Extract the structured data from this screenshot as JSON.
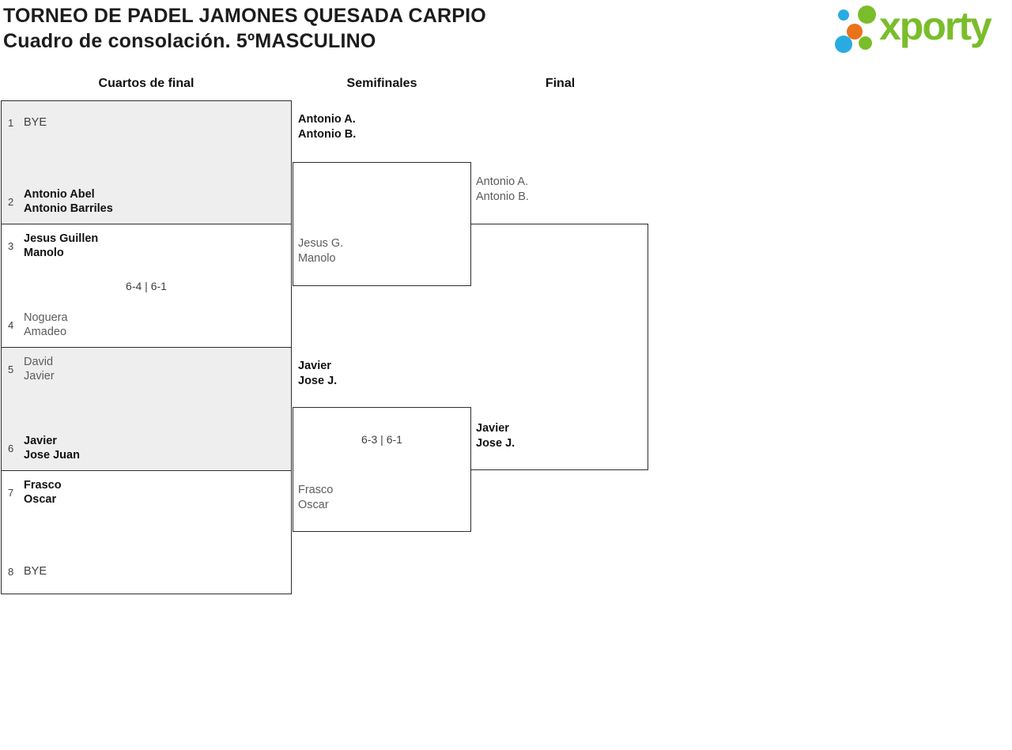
{
  "header": {
    "title_line1": "TORNEO DE PADEL JAMONES QUESADA CARPIO",
    "title_line2": "Cuadro de consolación. 5ºMASCULINO"
  },
  "logo": {
    "text": "xporty",
    "colors": {
      "green": "#7ABD2A",
      "blue": "#29ABE2",
      "orange": "#E8731A"
    }
  },
  "columns": [
    "Cuartos de final",
    "Semifinales",
    "Final"
  ],
  "colors": {
    "border": "#2d2d2d",
    "shaded_match_bg": "#eeeeee",
    "winner_text": "#111111",
    "loser_text": "#5c5c5c",
    "neutral_text": "#3f3f3f"
  },
  "bracket": {
    "quarterfinals": [
      {
        "top": {
          "seed": "1",
          "lines": [
            "BYE"
          ],
          "style": "bye"
        },
        "bottom": {
          "seed": "2",
          "lines": [
            "Antonio Abel",
            "Antonio Barriles"
          ],
          "style": "winner"
        },
        "score": ""
      },
      {
        "top": {
          "seed": "3",
          "lines": [
            "Jesus Guillen",
            "Manolo"
          ],
          "style": "winner"
        },
        "bottom": {
          "seed": "4",
          "lines": [
            "Noguera",
            "Amadeo"
          ],
          "style": "loser"
        },
        "score": "6-4 | 6-1"
      },
      {
        "top": {
          "seed": "5",
          "lines": [
            "David",
            "Javier"
          ],
          "style": "loser"
        },
        "bottom": {
          "seed": "6",
          "lines": [
            "Javier",
            "Jose Juan"
          ],
          "style": "winner"
        },
        "score": ""
      },
      {
        "top": {
          "seed": "7",
          "lines": [
            "Frasco",
            "Oscar"
          ],
          "style": "winner"
        },
        "bottom": {
          "seed": "8",
          "lines": [
            "BYE"
          ],
          "style": "bye"
        },
        "score": ""
      }
    ],
    "semifinals": [
      {
        "top": {
          "lines": [
            "Antonio A.",
            "Antonio B."
          ],
          "style": "winner"
        },
        "bottom": {
          "lines": [
            "Jesus G.",
            "Manolo"
          ],
          "style": "loser"
        },
        "score": ""
      },
      {
        "top": {
          "lines": [
            "Javier",
            "Jose J."
          ],
          "style": "winner"
        },
        "bottom": {
          "lines": [
            "Frasco",
            "Oscar"
          ],
          "style": "loser"
        },
        "score": "6-3 | 6-1"
      }
    ],
    "final": {
      "top": {
        "lines": [
          "Antonio A.",
          "Antonio B."
        ],
        "style": "loser"
      },
      "bottom": {
        "lines": [
          "Javier",
          "Jose J."
        ],
        "style": "winner"
      },
      "score": ""
    }
  }
}
